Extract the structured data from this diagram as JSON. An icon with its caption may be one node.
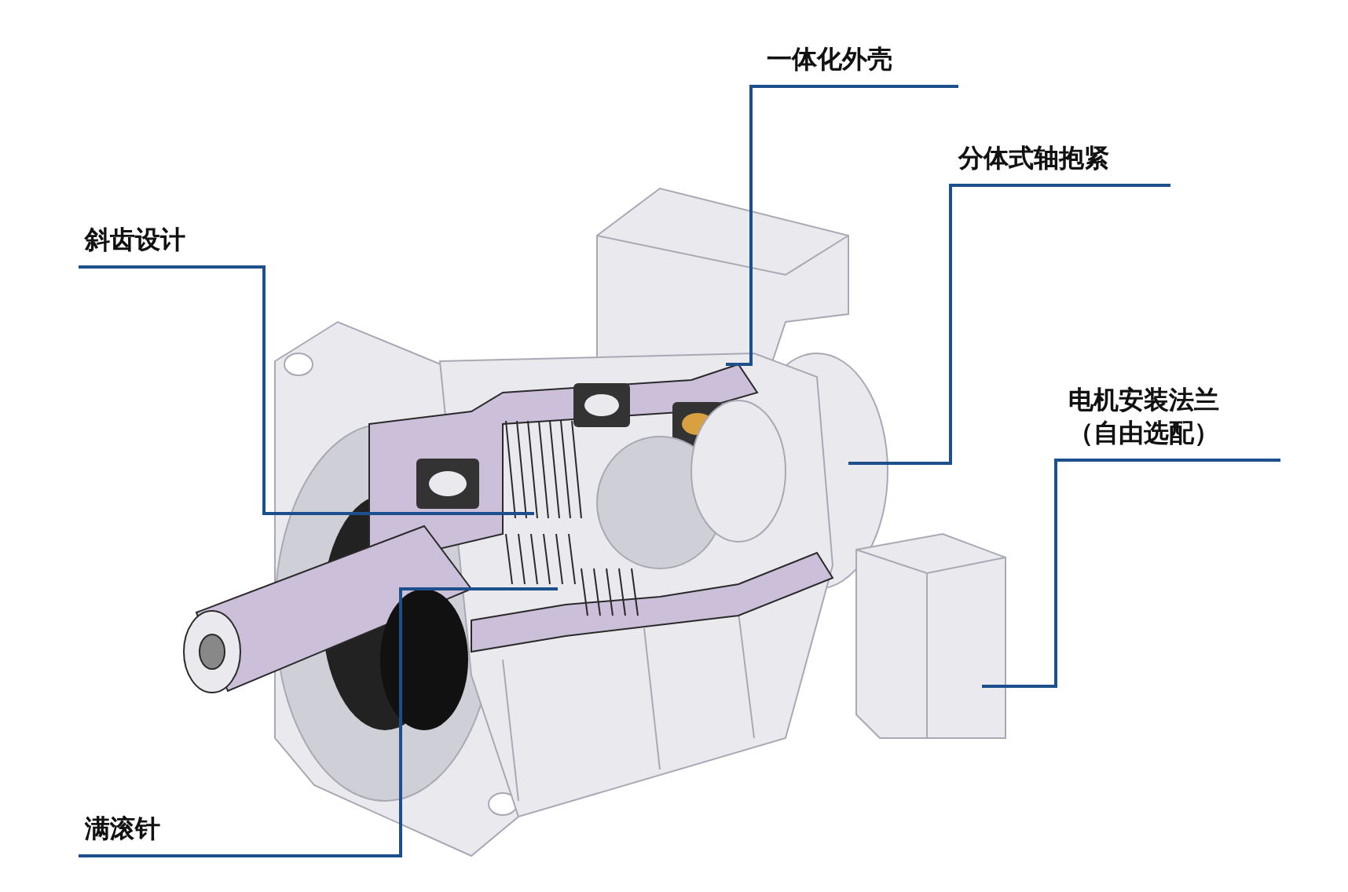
{
  "diagram": {
    "nodes": [
      {
        "text": [
          "斜齿设计"
        ]
      },
      {
        "text": [
          "一体化外壳"
        ]
      },
      {
        "text": [
          "分体式轴抱紧"
        ]
      },
      {
        "text": [
          "电机安装法兰（自由选配）"
        ]
      },
      {
        "text": [
          "满滚针"
        ]
      }
    ],
    "edges": [
      {
        "from": 0,
        "to": null,
        "arrow": "none"
      },
      {
        "from": 1,
        "to": null,
        "arrow": "none"
      },
      {
        "from": 2,
        "to": null,
        "arrow": "none"
      },
      {
        "from": 3,
        "to": null,
        "arrow": "none"
      },
      {
        "from": 4,
        "to": null,
        "arrow": "none"
      }
    ]
  }
}
